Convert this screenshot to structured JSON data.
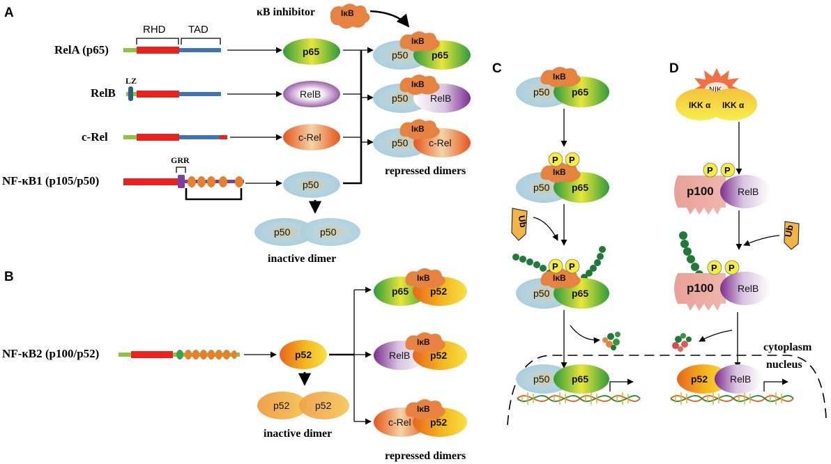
{
  "panels": {
    "a": "A",
    "b": "B",
    "c": "C",
    "d": "D"
  },
  "genes": {
    "rela": "RelA (p65)",
    "relb": "RelB",
    "crel": "c-Rel",
    "nfkb1": "NF-κB1 (p105/p50)",
    "nfkb2": "NF-κB2 (p100/p52)"
  },
  "domains": {
    "rhd": "RHD",
    "tad": "TAD",
    "lz": "LZ",
    "grr": "GRR"
  },
  "inhibitor": {
    "label": "κB  inhibitor",
    "name": "IκB"
  },
  "proteins": {
    "p65": "p65",
    "relb": "RelB",
    "crel": "c-Rel",
    "p50": "p50",
    "p52": "p52",
    "p100": "p100"
  },
  "captions": {
    "repressed_a": "repressed  dimers",
    "inactive_a": "inactive dimer",
    "inactive_b": "inactive dimer",
    "repressed_b": "repressed  dimers",
    "cytoplasm": "cytoplasm",
    "nucleus": "nucleus"
  },
  "kinases": {
    "nik": "NIK",
    "ikka": "IKK α"
  },
  "modifiers": {
    "phospho": "P",
    "ubiquitin": "Ub"
  },
  "colors": {
    "rhd": "#e8231e",
    "tad": "#3f73b6",
    "n_term": "#8cc43f",
    "ankyrin": "#e87f2a",
    "grr": "#7a3fa0",
    "lz": "#2f5f86",
    "ikb": "#e68340",
    "ubiquitin": "#1f7a3a",
    "p50": "#a9cfe0",
    "p52": "#f2a51f",
    "relb": "#7b2d8e",
    "phospho": "#f5ee3c"
  }
}
